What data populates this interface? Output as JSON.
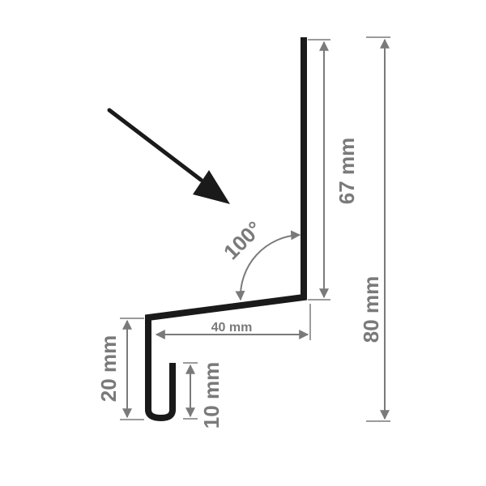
{
  "colors": {
    "profile": "#1a1a1a",
    "dimension": "#7a7a7a",
    "arrow": "#1a1a1a",
    "background": "#ffffff"
  },
  "labels": {
    "height_upper": "67 mm",
    "height_total": "80 mm",
    "angle": "100°",
    "width_step": "40 mm",
    "height_lower": "20 mm",
    "height_hook": "10 mm"
  }
}
